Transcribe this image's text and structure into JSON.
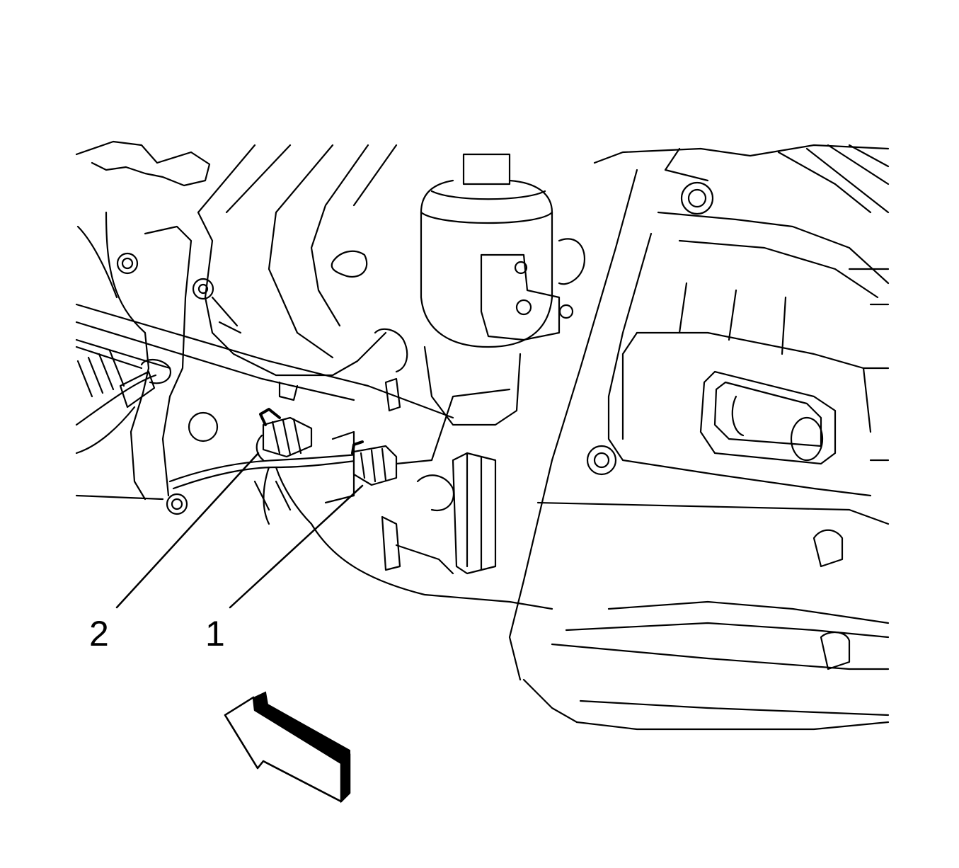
{
  "callouts": [
    {
      "id": "1",
      "label": "1",
      "target": "connector-1"
    },
    {
      "id": "2",
      "label": "2",
      "target": "connector-2"
    }
  ],
  "colors": {
    "ink": "#000000",
    "paper": "#ffffff"
  },
  "icons": {
    "direction_arrow": "view-direction-arrow-icon"
  }
}
